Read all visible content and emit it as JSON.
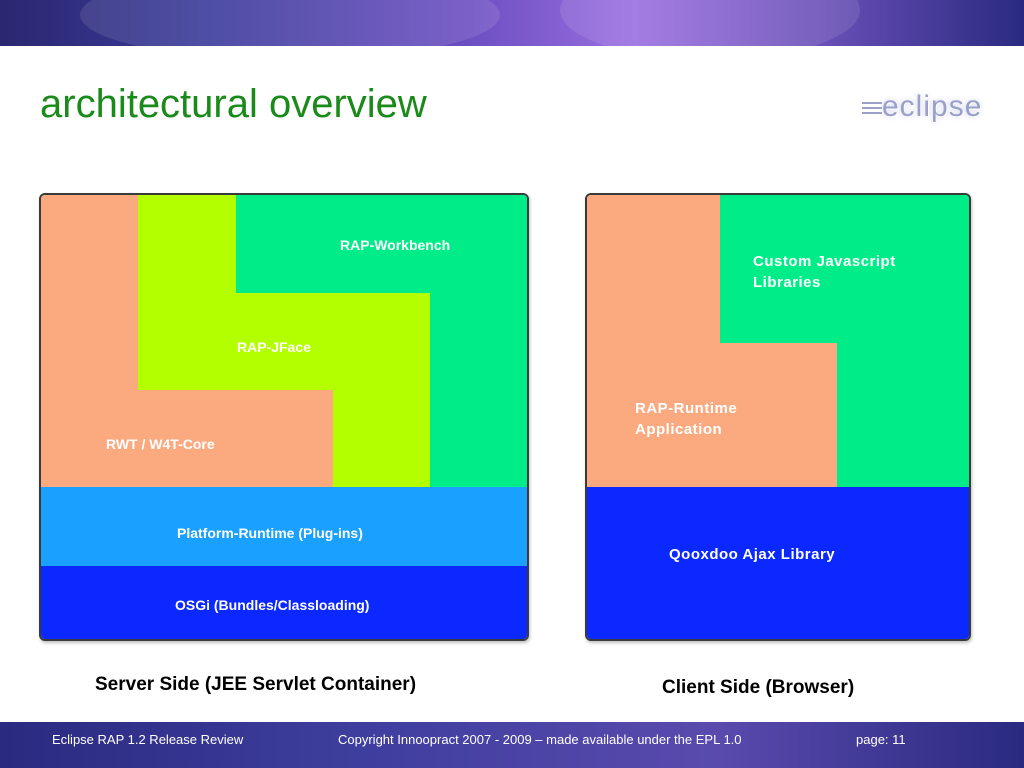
{
  "header": {
    "title": "architectural overview",
    "logo_text": "eclipse"
  },
  "server_diagram": {
    "caption": "Server Side (JEE Servlet Container)",
    "labels": {
      "workbench": "RAP-Workbench",
      "jface": "RAP-JFace",
      "rwt": "RWT / W4T-Core",
      "platform_runtime": "Platform-Runtime (Plug-ins)",
      "osgi": "OSGi (Bundles/Classloading)"
    }
  },
  "client_diagram": {
    "caption": "Client Side (Browser)",
    "labels": {
      "custom_js_line1": "Custom Javascript",
      "custom_js_line2": "Libraries",
      "runtime_line1": "RAP-Runtime",
      "runtime_line2": "Application",
      "qooxdoo": "Qooxdoo Ajax Library"
    }
  },
  "colors": {
    "salmon": "#FBAA80",
    "lime": "#B3FF00",
    "mint": "#00EC88",
    "light_blue": "#1AA0FF",
    "blue": "#0A28FF",
    "title_green": "#1A8A1A"
  },
  "footer": {
    "left": "Eclipse RAP 1.2 Release Review",
    "middle": "Copyright Innoopract 2007 - 2009  – made available under the EPL 1.0",
    "right": "page: 11"
  }
}
